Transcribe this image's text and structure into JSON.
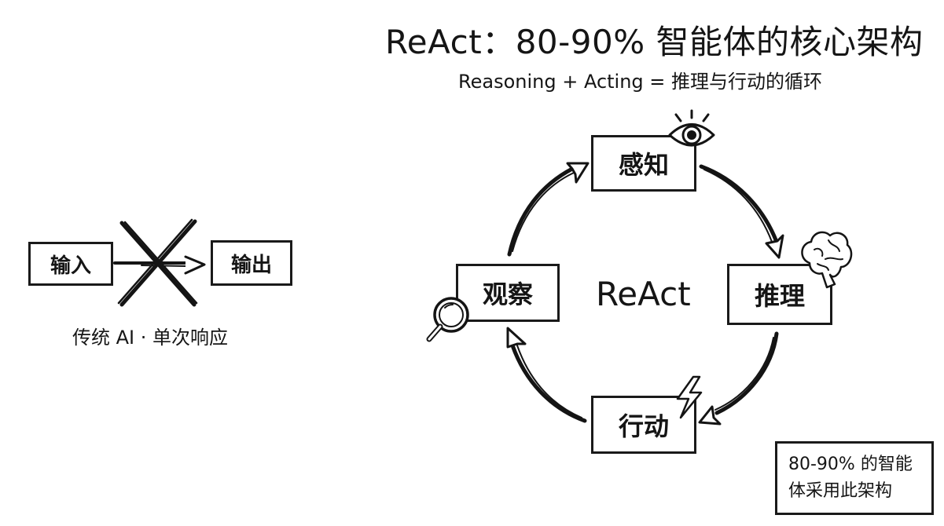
{
  "header": {
    "title": "ReAct：80-90% 智能体的核心架构",
    "subtitle": "Reasoning + Acting = 推理与行动的循环"
  },
  "traditional": {
    "input_label": "输入",
    "output_label": "输出",
    "caption": "传统 AI · 单次响应",
    "crossed_out": true
  },
  "cycle": {
    "center_label": "ReAct",
    "nodes": [
      {
        "id": "perceive",
        "label": "感知",
        "icon": "eye-icon"
      },
      {
        "id": "reason",
        "label": "推理",
        "icon": "brain-icon"
      },
      {
        "id": "act",
        "label": "行动",
        "icon": "lightning-icon"
      },
      {
        "id": "observe",
        "label": "观察",
        "icon": "magnifier-icon"
      }
    ],
    "flow": [
      "感知",
      "推理",
      "行动",
      "观察",
      "感知"
    ]
  },
  "note": {
    "line1": "80-90% 的智能",
    "line2": "体采用此架构"
  }
}
